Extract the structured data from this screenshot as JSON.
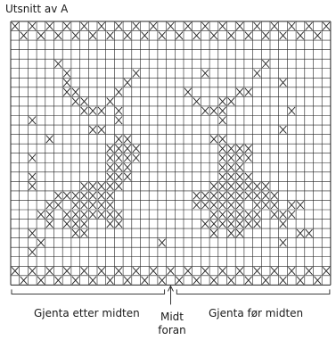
{
  "title": "Utsnitt av A",
  "labels": {
    "repeat_after_center": "Gjenta etter midten",
    "center_front_line1": "Midt",
    "center_front_line2": "foran",
    "repeat_before_center": "Gjenta før midten"
  },
  "chart_data": {
    "type": "knitting-chart",
    "columns": 37,
    "rows": 28,
    "symbol": "cross",
    "colors": {
      "grid": "#222222",
      "cross": "#222222",
      "background": "#ffffff"
    },
    "pattern": [
      "X.X.X.X.X.X.X.X.X.X.X.X.X.X.X.X.X.X.X",
      ".X.X.X.X.X.X.X.X.X.X.X.X.X.X.X.X.X.X.",
      ".....................................",
      ".....................................",
      ".....X.......................X.......",
      "......X.......X.......X.....X........",
      "......X......X.................X.....",
      "......XX....X.......X.....XX.........",
      ".......XX..X.........X..XX...........",
      "........XXX.X.........XXX.......X....",
      "..X.........X...........X............",
      ".........XX....................X.....",
      "....X.......XX.........XX............",
      "...........XXXX.........XXXX.........",
      "..X........XXXX.........XXXX.........",
      "...........XXX..........XXX..........",
      "..X........XXX..........XXXX.........",
      "..X.....XXXXX..........XXXXXXX.......",
      ".....XXXXXXX.........XXXXXXXXXX......",
      "....XX.XXXXX.........XXXXXX.XXX.XX...",
      "...XX.XXXXXXX..........XXXXXX.XXX....",
      "....X.XXX..XX.........XXXXXXX..X.....",
      "..X....XX..............X.XX......XX..",
      "...X.............X.............X.....",
      "..X...................................",
      ".....................................",
      "X.X.X.X.X.X.X.X.X.X.X.X.X.X.X.X.X.X.X",
      ".X.X.X.X.X.X.X.X.X.X.X.X.X.X.X.X.X.X."
    ]
  }
}
